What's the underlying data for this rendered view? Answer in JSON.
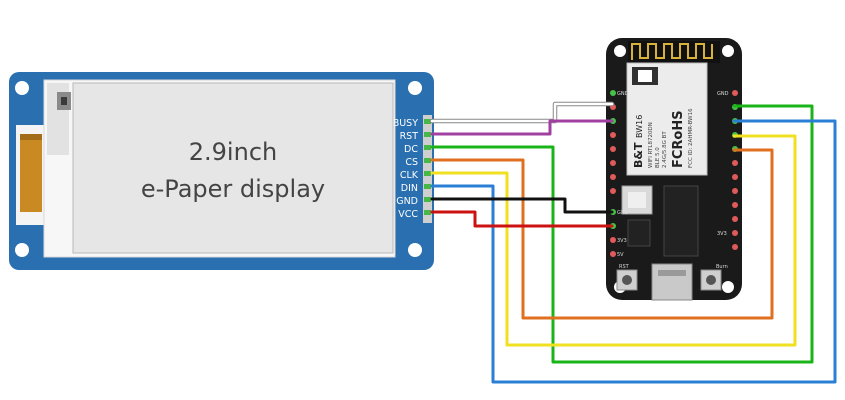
{
  "display": {
    "title_line1": "2.9inch",
    "title_line2": "e-Paper display",
    "pins": [
      "BUSY",
      "RST",
      "DC",
      "CS",
      "CLK",
      "DIN",
      "GND",
      "VCC"
    ]
  },
  "board": {
    "brand": "B&T",
    "model": "BW16",
    "line_a": "WIFI RTL8720DN",
    "line_b": "BLE 5.0",
    "line_c": "2.4G/5.8G BT",
    "cert": "FCRoHS",
    "fcc": "FCC ID: 2AHMR-BW16",
    "label_rst": "RST",
    "label_burn": "Burn",
    "left_pins": [
      "GND",
      "",
      "",
      "",
      "",
      "",
      "",
      "",
      "GND",
      "",
      "3V3",
      "5V"
    ],
    "right_pins": [
      "GND",
      "",
      "",
      "",
      "",
      "",
      "",
      "",
      "",
      "",
      "3V3",
      ""
    ]
  },
  "colors": {
    "busy": "#ffffff",
    "rst": "#a040a0",
    "dc": "#18b418",
    "cs": "#e07020",
    "clk": "#f0e020",
    "din": "#2a7fd4",
    "gnd": "#111111",
    "vcc": "#cc1111"
  }
}
